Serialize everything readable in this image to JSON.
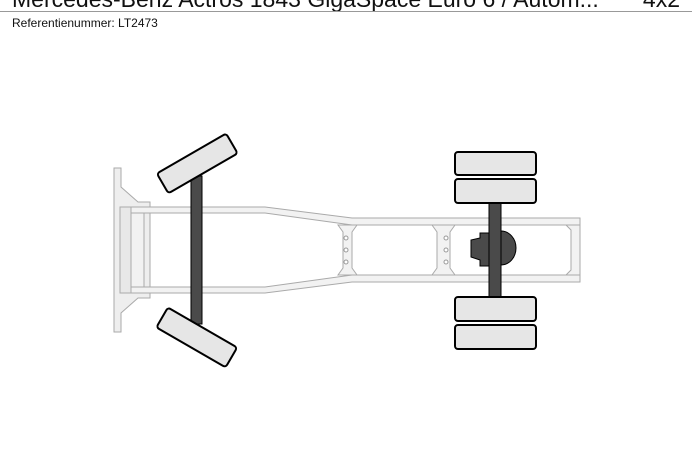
{
  "header": {
    "title": "Mercedes-Benz Actros 1843 GigaSpace Euro 6 / Autom...",
    "axle_config": "4x2",
    "reference": "Referentienummer: LT2473"
  },
  "diagram": {
    "type": "axle-configuration",
    "axles": [
      {
        "position": "front",
        "type": "steering",
        "tires_per_side": 1
      },
      {
        "position": "rear",
        "type": "driven",
        "tires_per_side": 2
      }
    ],
    "colors": {
      "frame": "#f0f0f0",
      "tire": "#e6e6e6",
      "axle": "#4a4a4a",
      "outline": "#000000"
    }
  }
}
